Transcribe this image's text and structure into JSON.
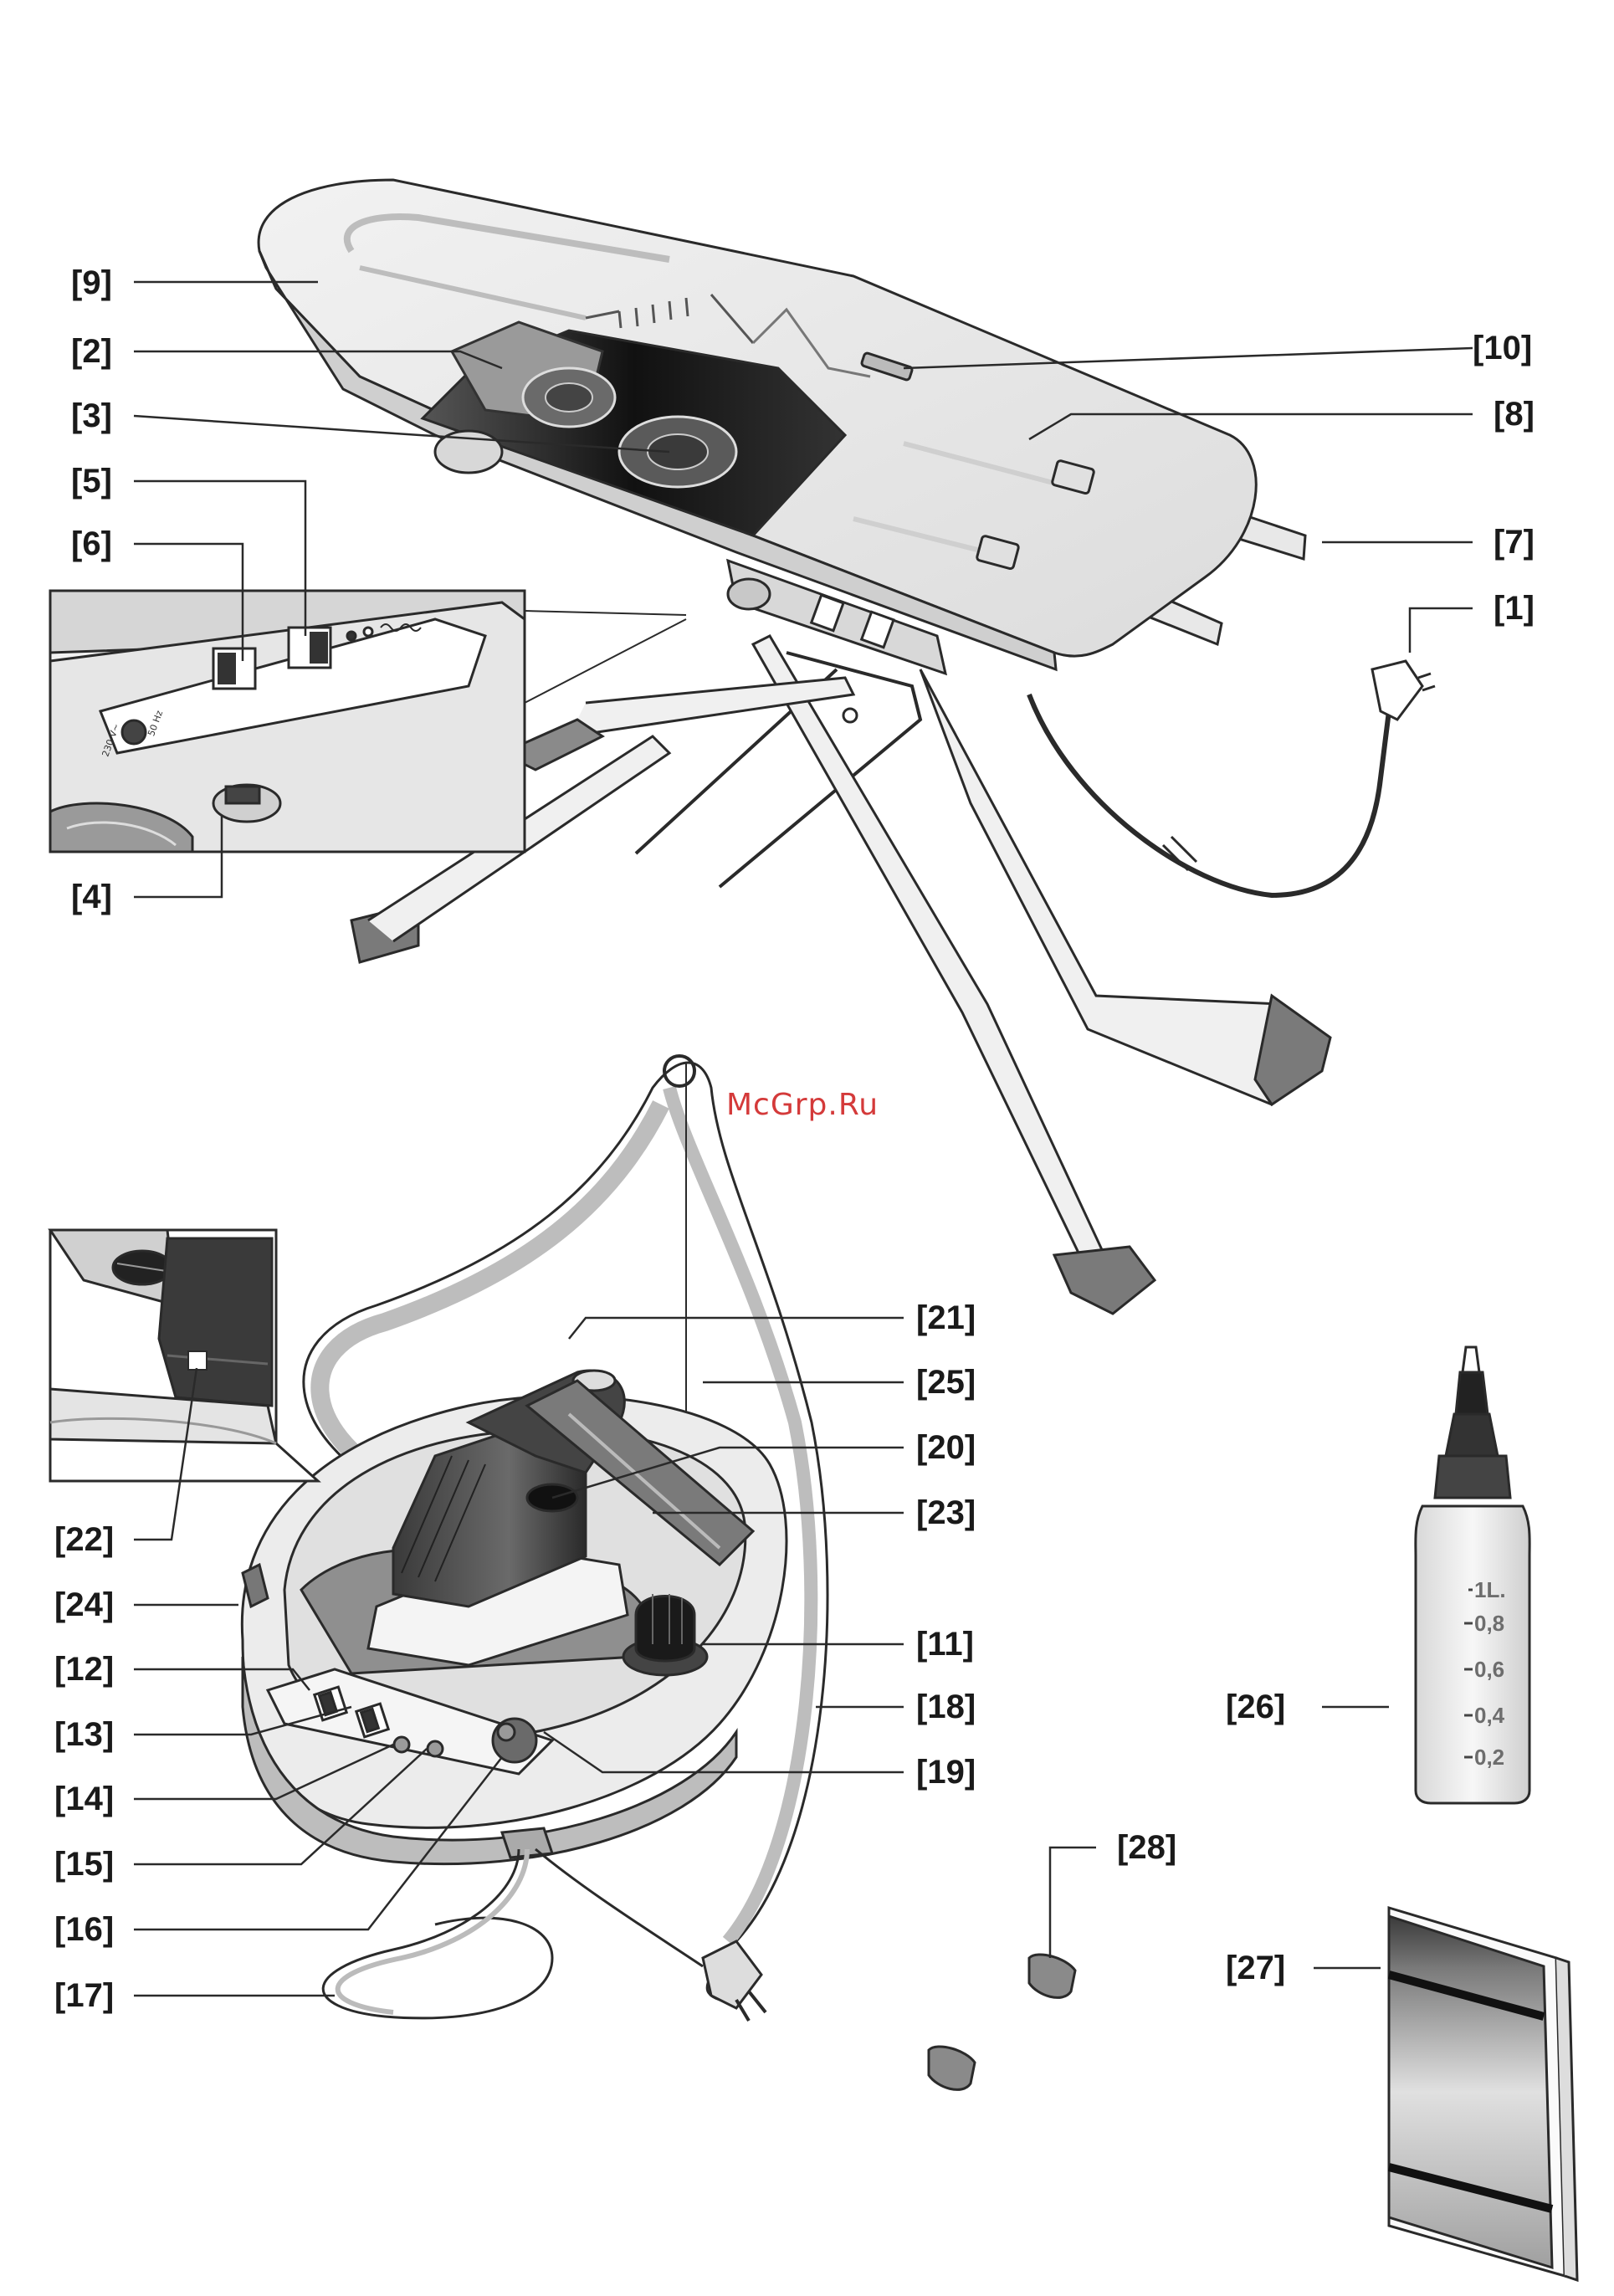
{
  "watermark": "McGrp.Ru",
  "labels": {
    "l1": "[1]",
    "l2": "[2]",
    "l3": "[3]",
    "l4": "[4]",
    "l5": "[5]",
    "l6": "[6]",
    "l7": "[7]",
    "l8": "[8]",
    "l9": "[9]",
    "l10": "[10]",
    "l11": "[11]",
    "l12": "[12]",
    "l13": "[13]",
    "l14": "[14]",
    "l15": "[15]",
    "l16": "[16]",
    "l17": "[17]",
    "l18": "[18]",
    "l19": "[19]",
    "l20": "[20]",
    "l21": "[21]",
    "l22": "[22]",
    "l23": "[23]",
    "l24": "[24]",
    "l25": "[25]",
    "l26": "[26]",
    "l27": "[27]",
    "l28": "[28]"
  },
  "jug_scale": [
    "1L.",
    "0,8",
    "0,6",
    "0,4",
    "0,2"
  ],
  "panel_text": {
    "voltage": "230 V~",
    "freq": "50 Hz"
  },
  "colors": {
    "line": "#2a2a2a",
    "board_fill": "#ececec",
    "dark_fill": "#2b2b2b",
    "mid_gray": "#8a8a8a",
    "watermark": "#d43a3a"
  }
}
